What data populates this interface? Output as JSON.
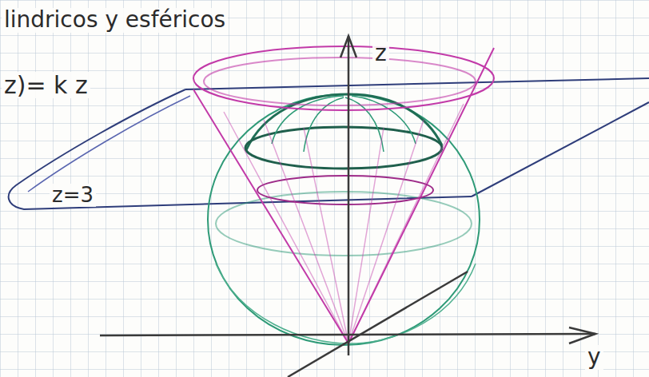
{
  "diagram": {
    "labels": [
      "lindricos y esféricos",
      "z)= k z",
      "z=3",
      "z",
      "y"
    ]
  }
}
